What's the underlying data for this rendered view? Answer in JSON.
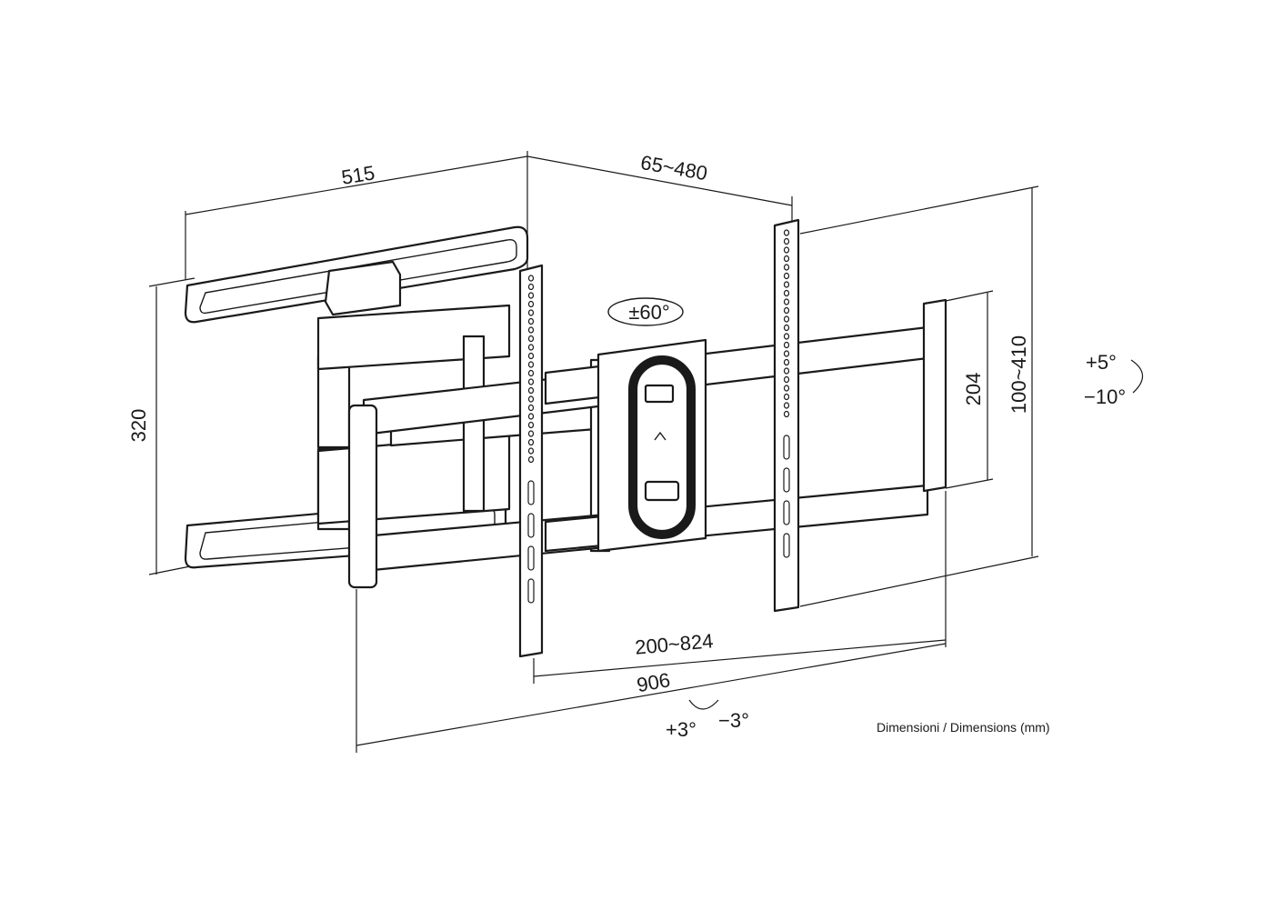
{
  "dimensions": {
    "arm_length": "515",
    "wall_distance": "65~480",
    "height_wall_plate": "320",
    "vesa_vertical": "204",
    "vesa_vertical_range": "100~410",
    "vesa_horizontal": "200~824",
    "total_width": "906"
  },
  "swivel": {
    "label": "±60°"
  },
  "tilt": {
    "up": "+5°",
    "down": "−10°"
  },
  "level": {
    "plus": "+3°",
    "minus": "−3°"
  },
  "caption": "Dimensioni / Dimensions (mm)"
}
